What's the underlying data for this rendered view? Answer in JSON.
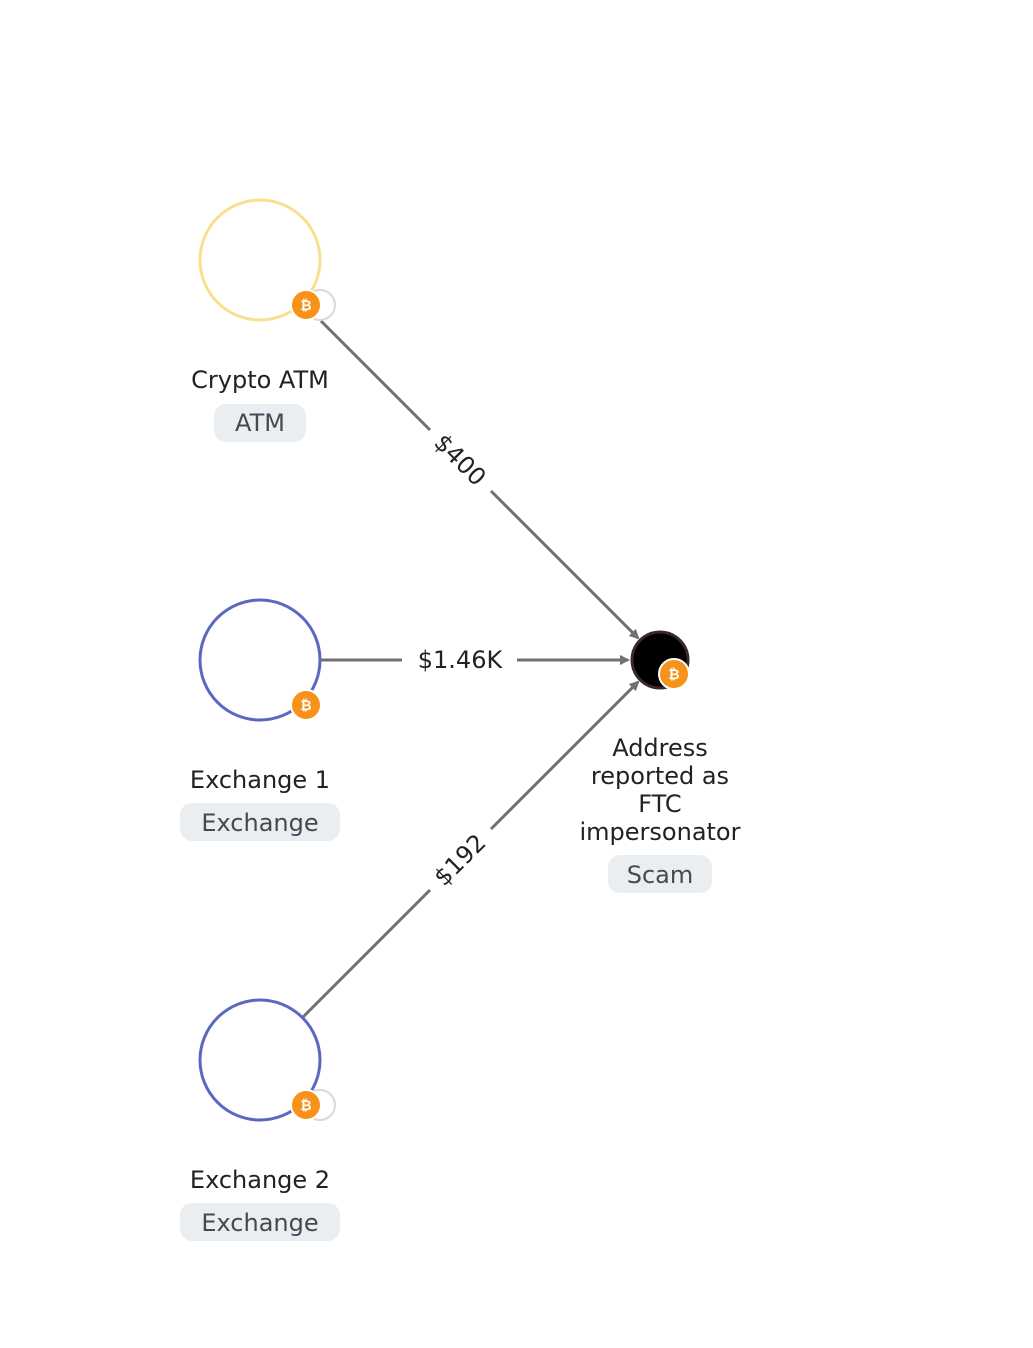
{
  "colors": {
    "atm_ring": "#f8e08e",
    "exchange_ring": "#5b67c0",
    "scam_fill": "#000000",
    "scam_ring": "#3a2a26",
    "edge": "#707070",
    "tag_bg": "#ebeef1",
    "tag_text": "#444a52",
    "btc_badge": "#f7931a",
    "btc_shadow": "#d9d9d9"
  },
  "nodes": [
    {
      "id": "crypto-atm",
      "label": "Crypto ATM",
      "tag": "ATM",
      "icon": "bitcoin-icon",
      "stacked_badge": true
    },
    {
      "id": "exchange-1",
      "label": "Exchange 1",
      "tag": "Exchange",
      "icon": "bitcoin-icon",
      "stacked_badge": false
    },
    {
      "id": "exchange-2",
      "label": "Exchange 2",
      "tag": "Exchange",
      "icon": "bitcoin-icon",
      "stacked_badge": true
    },
    {
      "id": "scam-address",
      "label_lines": [
        "Address",
        "reported as",
        "FTC",
        "impersonator"
      ],
      "tag": "Scam",
      "icon": "bitcoin-icon",
      "stacked_badge": false
    }
  ],
  "edges": [
    {
      "from": "crypto-atm",
      "to": "scam-address",
      "label": "$400"
    },
    {
      "from": "exchange-1",
      "to": "scam-address",
      "label": "$1.46K"
    },
    {
      "from": "exchange-2",
      "to": "scam-address",
      "label": "$192"
    }
  ],
  "bitcoin_glyph": "₿"
}
